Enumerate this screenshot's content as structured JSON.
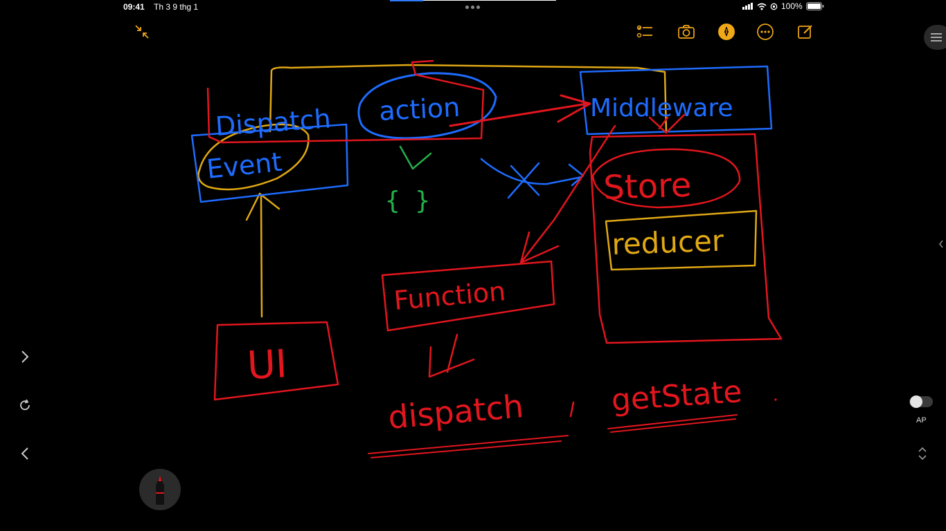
{
  "status": {
    "time": "09:41",
    "date": "Th 3 9 thg 1",
    "battery": "100%"
  },
  "toolbar": {
    "icons": [
      "collapse-icon",
      "checklist-icon",
      "camera-icon",
      "markup-pen-icon",
      "more-icon",
      "compose-icon"
    ],
    "accent": "#f0a818"
  },
  "sidebar": {
    "ap_label": "AP"
  },
  "drawing": {
    "labels": {
      "dispatch": "Dispatch",
      "event": "Event",
      "action": "action",
      "braces": "{ }",
      "x_mark": "X",
      "middleware": "Middleware",
      "store": "Store",
      "reducer": "reducer",
      "function": "Function",
      "ui": "UI",
      "dispatch_bottom": "dispatch",
      "getstate": "getState"
    },
    "colors": {
      "blue": "#1e6cff",
      "red": "#e3161e",
      "yellow": "#e0a814",
      "green": "#24b04a"
    }
  }
}
